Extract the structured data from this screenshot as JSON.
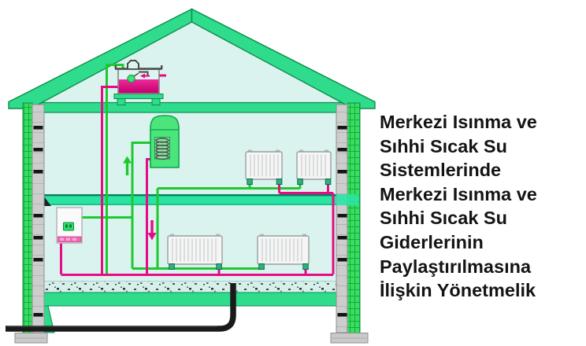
{
  "heading": {
    "lines": [
      "Merkezi Isınma ve",
      "Sıhhi Sıcak Su",
      "Sistemlerinde",
      "Merkezi Isınma ve",
      "Sıhhi Sıcak Su",
      "Giderlerinin",
      "Paylaştırılmasına",
      "İlişkin Yönetmelik"
    ],
    "full_text": "Merkezi Isınma ve Sıhhi Sıcak Su Sistemlerinde Merkezi Isınma ve Sıhhi Sıcak Su Giderlerinin Paylaştırılmasına İlişkin Yönetmelik"
  },
  "diagram": {
    "type": "house-central-heating-cross-section",
    "components": [
      "roof",
      "attic-floor",
      "left-wall",
      "right-wall",
      "intermediate-floor",
      "ground-slab",
      "foundation-footings",
      "expansion-tank",
      "hot-water-cylinder",
      "boiler-unit",
      "upper-floor-radiators",
      "ground-floor-radiators",
      "flow-pipes",
      "return-pipes",
      "service-pipe"
    ],
    "radiators": {
      "upper_floor": 2,
      "ground_floor": 2
    },
    "palette": {
      "structure_green": "#2edc8c",
      "wall_texture_green": "#38df5c",
      "floor_band_green": "#2ae4a4",
      "pipe_flow_green": "#1ec92f",
      "pipe_return_magenta": "#e60b86",
      "interior_cyan": "#daf3ef",
      "masonry_gray": "#cdcdcd",
      "service_pipe_black": "#1a1a1a",
      "text_black": "#141414"
    }
  }
}
